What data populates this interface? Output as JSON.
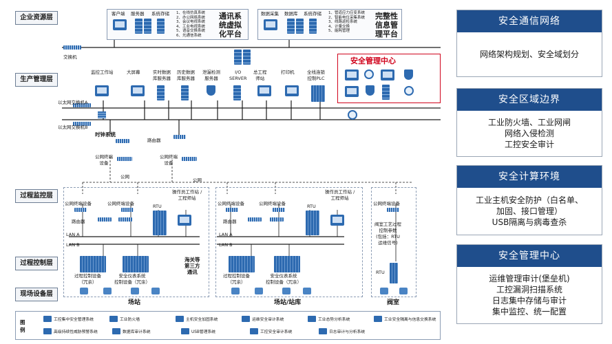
{
  "layers": {
    "enterprise": "企业资源层",
    "production": "生产管理层",
    "process_monitor": "过程监控层",
    "process_control": "过程控制层",
    "field": "现场设备层"
  },
  "enterprise_left": {
    "devices": [
      "客户端",
      "服务器",
      "系统存储"
    ],
    "list": [
      "1、在线仿真系统",
      "2、办公网络系统",
      "3、会议电视系统",
      "4、工业电视系统",
      "5、语音交换系统",
      "6、光通信系统"
    ],
    "title_lines": [
      "通讯系",
      "统虚拟",
      "化平台"
    ]
  },
  "enterprise_right": {
    "devices": [
      "数据采集",
      "数据库",
      "系统存储"
    ],
    "list": [
      "1、管道应力应变系统",
      "2、智能电位采集系统",
      "3、线路巡检系统",
      "4、计量交换",
      "5、能耗管理"
    ],
    "title_lines": [
      "完整性",
      "信息管",
      "理平台"
    ]
  },
  "switch_label": "交换机",
  "production_devices": [
    {
      "lines": [
        "监控工作站"
      ]
    },
    {
      "lines": [
        "大屏幕"
      ]
    },
    {
      "lines": [
        "实时数据",
        "库服务器"
      ]
    },
    {
      "lines": [
        "历史数据",
        "库服务器"
      ]
    },
    {
      "lines": [
        "泄漏检测",
        "服务器"
      ]
    },
    {
      "lines": [
        "I/O",
        "SERVER"
      ]
    },
    {
      "lines": [
        "总工程",
        "师站"
      ]
    },
    {
      "lines": [
        "打印机"
      ]
    },
    {
      "lines": [
        "全线连锁",
        "控制PLC"
      ]
    }
  ],
  "security_center_title": "安全管理中心",
  "eth_a": "以太网交换机A",
  "eth_b": "以太网交换机B",
  "clock_system": "时钟系统",
  "router": "路由器",
  "public_terminal": [
    "公网终端",
    "设备"
  ],
  "public_net": "公网",
  "station_left": {
    "public_terminals": [
      "公网终端设备",
      "公网终端设备"
    ],
    "rtu": "RTU",
    "operator": [
      "操作员工作站 /",
      "工程师站"
    ],
    "router": "路由器",
    "lan_a": "LAN A",
    "lan_b": "LAN B",
    "plc": [
      "过程控制设备",
      "（冗余）"
    ],
    "sis": [
      "安全仪表系统",
      "控制设备（冗余）"
    ],
    "third_party": [
      "海关等",
      "第三方",
      "通讯"
    ],
    "name": "场站"
  },
  "station_right": {
    "public_terminals": [
      "公网终端设备",
      "公网终端设备"
    ],
    "rtu": "RTU",
    "operator": [
      "操作员工作站 /",
      "工程师站"
    ],
    "router": "路由器",
    "lan_a": "LAN A",
    "lan_b": "LAN B",
    "plc": [
      "过程控制设备",
      "（冗余）"
    ],
    "sis": [
      "安全仪表系统",
      "控制设备（冗余）"
    ],
    "name": "场站/站库"
  },
  "valve_room": {
    "public_terminal": "公网终端设备",
    "params": [
      "阀室工艺过程",
      "控制参数",
      "(包括：RTU",
      "运维信号)"
    ],
    "rtu": "RTU",
    "name": "阀室"
  },
  "legend": {
    "title": [
      "图",
      "例"
    ],
    "items": [
      "工控集中安全管理系统",
      "工业防火墙",
      "主机安全加固系统",
      "运维安全审计系统",
      "工业态势分析系统",
      "工业安全隔离与信息交换系统",
      "高级持续性威胁预警系统",
      "数据库审计系统",
      "USB管理系统",
      "工控安全审计系统",
      "日志审计与分析系统"
    ]
  },
  "panels": [
    {
      "title": "安全通信网络",
      "lines": [
        "网络架构规划、安全域划分"
      ]
    },
    {
      "title": "安全区域边界",
      "lines": [
        "工业防火墙、工业网闸",
        "网络入侵检测",
        "工控安全审计"
      ]
    },
    {
      "title": "安全计算环境",
      "lines": [
        "工业主机安全防护（白名单、",
        "加固、接口管理）",
        "USB隔离与病毒查杀"
      ]
    },
    {
      "title": "安全管理中心",
      "lines": [
        "运维管理审计(堡垒机)",
        "工控漏洞扫描系统",
        "日志集中存储与审计",
        "集中监控、统一配置"
      ]
    }
  ],
  "colors": {
    "accent": "#1f4e8c",
    "device": "#2d6ab0",
    "security_red": "#d0021b"
  }
}
